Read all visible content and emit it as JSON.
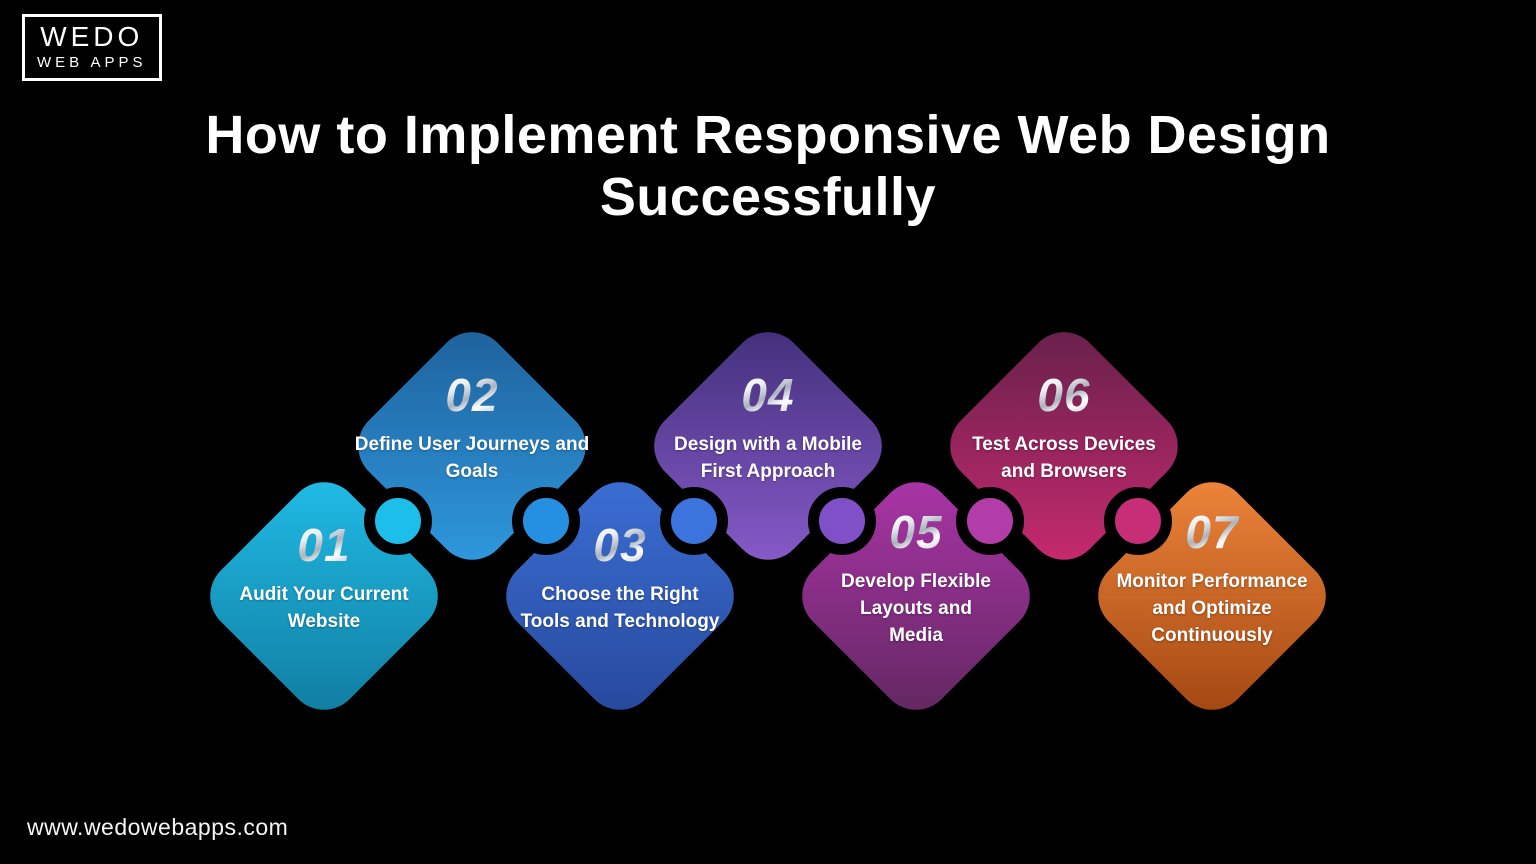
{
  "brand": {
    "name": "WEDO",
    "subtitle": "WEB APPS"
  },
  "title": {
    "line1": "How to Implement Responsive Web Design",
    "line2": "Successfully"
  },
  "steps": [
    {
      "number": "01",
      "lines": [
        "Audit Your Current",
        "Website"
      ],
      "gradient_top": "#20BEE8",
      "gradient_bottom": "#117A9E"
    },
    {
      "number": "02",
      "lines": [
        "Define User Journeys and",
        "Goals"
      ],
      "gradient_top": "#1E5F9A",
      "gradient_bottom": "#2F9BE0"
    },
    {
      "number": "03",
      "lines": [
        "Choose the Right",
        "Tools and Technology"
      ],
      "gradient_top": "#3C70D6",
      "gradient_bottom": "#26479A"
    },
    {
      "number": "04",
      "lines": [
        "Design with a Mobile",
        "First Approach"
      ],
      "gradient_top": "#3F2E78",
      "gradient_bottom": "#8A5CCC"
    },
    {
      "number": "05",
      "lines": [
        "Develop Flexible",
        "Layouts and",
        "Media"
      ],
      "gradient_top": "#AD35AA",
      "gradient_bottom": "#60275F"
    },
    {
      "number": "06",
      "lines": [
        "Test Across Devices",
        "and Browsers"
      ],
      "gradient_top": "#63204A",
      "gradient_bottom": "#CB2A70"
    },
    {
      "number": "07",
      "lines": [
        "Monitor Performance",
        "and Optimize",
        "Continuously"
      ],
      "gradient_top": "#F0873C",
      "gradient_bottom": "#A04510"
    }
  ],
  "connectors": [
    {
      "color": "#1DBEEA"
    },
    {
      "color": "#2590E2"
    },
    {
      "color": "#3B74DC"
    },
    {
      "color": "#8050C8"
    },
    {
      "color": "#B23CA8"
    },
    {
      "color": "#C62E78"
    }
  ],
  "footer": {
    "website": "www.wedowebapps.com"
  },
  "colors": {
    "background": "#000000",
    "text": "#FFFFFF",
    "number_silver_light": "#FFFFFF",
    "number_silver_dark": "#AAB2BC"
  }
}
